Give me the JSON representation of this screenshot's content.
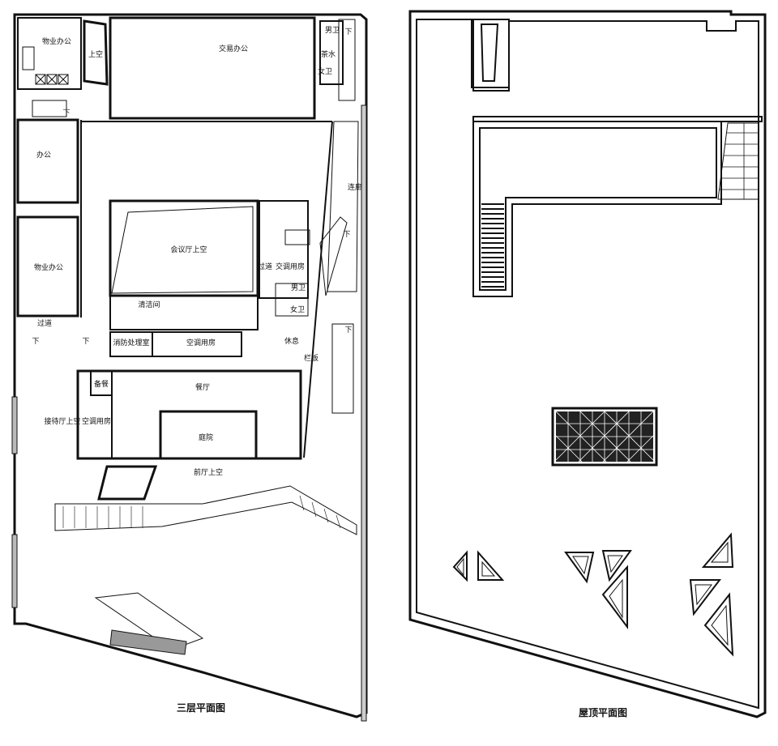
{
  "plans": [
    {
      "caption": "三层平面图",
      "rooms": [
        {
          "id": "prop-office-top",
          "label": "物业办公"
        },
        {
          "id": "void-top",
          "label": "上空"
        },
        {
          "id": "trade-office",
          "label": "交易办公"
        },
        {
          "id": "male-wc-top",
          "label": "男卫"
        },
        {
          "id": "tea-water",
          "label": "茶水"
        },
        {
          "id": "female-wc-top",
          "label": "女卫"
        },
        {
          "id": "office",
          "label": "办公"
        },
        {
          "id": "corridor-right",
          "label": "连廊"
        },
        {
          "id": "meeting-void",
          "label": "会议厅上空"
        },
        {
          "id": "ac-room-right",
          "label": "交调用房"
        },
        {
          "id": "passage-right",
          "label": "过道"
        },
        {
          "id": "male-wc-mid",
          "label": "男卫"
        },
        {
          "id": "female-wc-mid",
          "label": "女卫"
        },
        {
          "id": "prop-office-mid",
          "label": "物业办公"
        },
        {
          "id": "cleaning-room",
          "label": "清洁间"
        },
        {
          "id": "passage-left",
          "label": "过道"
        },
        {
          "id": "fire-smoke-room",
          "label": "消防处理室"
        },
        {
          "id": "ac-room-center",
          "label": "空调用房"
        },
        {
          "id": "rest",
          "label": "休息"
        },
        {
          "id": "railing",
          "label": "栏板"
        },
        {
          "id": "pantry",
          "label": "备餐"
        },
        {
          "id": "restaurant",
          "label": "餐厅"
        },
        {
          "id": "reception-void",
          "label": "接待厅上空"
        },
        {
          "id": "ac-room-left",
          "label": "空调用房"
        },
        {
          "id": "courtyard",
          "label": "庭院"
        },
        {
          "id": "lobby-void",
          "label": "前厅上空"
        }
      ],
      "marks": [
        "下",
        "下",
        "下",
        "下",
        "下",
        "下"
      ]
    },
    {
      "caption": "屋顶平面图"
    }
  ]
}
